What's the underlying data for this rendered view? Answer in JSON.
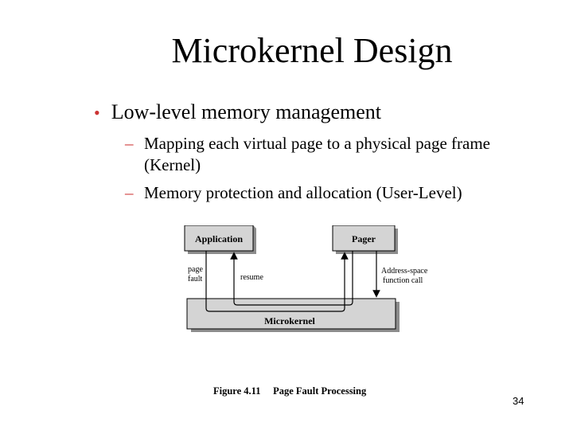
{
  "slide": {
    "title": "Microkernel Design",
    "bullet": "Low-level memory management",
    "subbullets": [
      {
        "line1": "Mapping each virtual page to a physical page frame",
        "line2": "(Kernel)"
      },
      {
        "line1": "Memory protection and allocation (User-Level)"
      }
    ],
    "page_number": "34"
  },
  "diagram": {
    "boxes": {
      "application": "Application",
      "pager": "Pager",
      "microkernel": "Microkernel"
    },
    "labels": {
      "page_fault_1": "page",
      "page_fault_2": "fault",
      "resume": "resume",
      "address_space_1": "Address-space",
      "address_space_2": "function call"
    },
    "caption": "Figure 4.11     Page Fault Processing",
    "colors": {
      "box_fill": "#d4d4d4",
      "shadow": "#8c8c8c",
      "text_accent": "#cc3333"
    }
  }
}
